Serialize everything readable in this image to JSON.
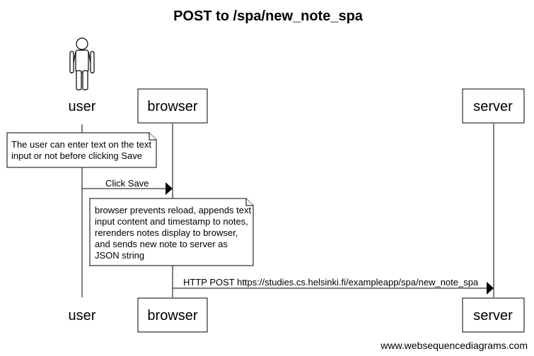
{
  "title": "POST to /spa/new_note_spa",
  "participants": {
    "user": "user",
    "browser": "browser",
    "server": "server"
  },
  "notes": {
    "note1": [
      "The user can enter text on the text",
      "input or not before clicking Save"
    ],
    "note2": [
      "browser prevents reload, appends text",
      "input content and timestamp to notes,",
      "rerenders notes display to browser,",
      "and sends new note to server as",
      "JSON string"
    ]
  },
  "messages": {
    "click_save": "Click Save",
    "http_post": "HTTP POST https://studies.cs.helsinki.fi/exampleapp/spa/new_note_spa"
  },
  "footer": "www.websequencediagrams.com"
}
